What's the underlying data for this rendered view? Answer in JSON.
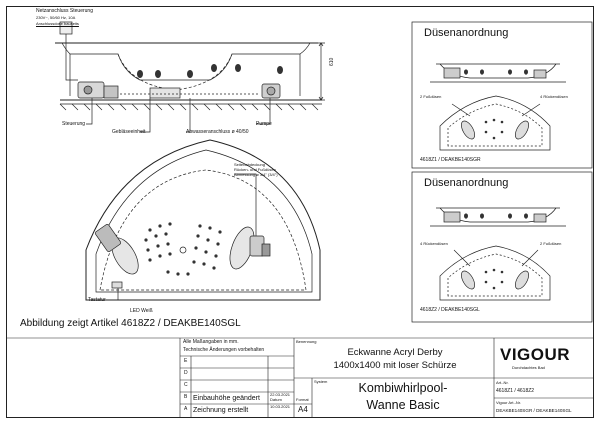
{
  "supply": {
    "title": "Netzanschluss Steuerung",
    "spec": "230V~, 50/60 Hz, 10A",
    "note": "Anschlussdose bauseits"
  },
  "side_view": {
    "dimension": "610",
    "labels": {
      "control": "Steuerung",
      "blower": "Gebläseeinheit",
      "drain": "Abwasseranschluss ø 40/50",
      "pump": "Pumpe"
    }
  },
  "top_view": {
    "callout_lines": [
      "Seitenabdeckung",
      "Rücken- und Fußdüsen",
      "Abmessung ø 3/4\" (3/4\")"
    ],
    "keypad_label": "Tastatur",
    "led_label": "LED Weiß",
    "caption": "Abbildung zeigt Artikel 4618Z2 / DEAKBE140SGL"
  },
  "panel_top": {
    "title": "Düsenanordnung",
    "label_left": "2 Fußdüsen",
    "label_right": "4 Rückendüsen",
    "article": "4618Z1 / DEAKBE140SGR"
  },
  "panel_bottom": {
    "title": "Düsenanordnung",
    "label_left": "4 Rückendüsen",
    "label_right": "2 Fußdüsen",
    "article": "4618Z2 / DEAKBE140SGL"
  },
  "title_block": {
    "note1": "Alle Maßangaben in mm.",
    "note2": "Technische Änderungen vorbehalten",
    "col_bezeichnung": "Benennung",
    "col_system": "System",
    "col_datum": "Datum",
    "col_format": "Format",
    "rev_letters": [
      "E",
      "D",
      "C",
      "B",
      "A"
    ],
    "rev_a_text": "Einbauhöhe geändert",
    "rev_a_date": "22.03.2021",
    "row_bottom_text": "Zeichnung erstellt",
    "row_bottom_date": "10.03.2021",
    "format": "A4",
    "desc_line1": "Eckwanne Acryl Derby",
    "desc_line2": "1400x1400 mit loser Schürze",
    "name_line1": "Kombiwhirlpool-",
    "name_line2": "Wanne Basic",
    "brand": "VIGOUR",
    "brand_sub": "Durchdachtes Bad",
    "art_label": "Art.-Nr.",
    "art_value": "4618Z1 / 4618Z2",
    "vigour_label": "Vigour Art.-Nr.",
    "vigour_value": "DEAKBE140SGR / DEAKBE140SGL"
  }
}
